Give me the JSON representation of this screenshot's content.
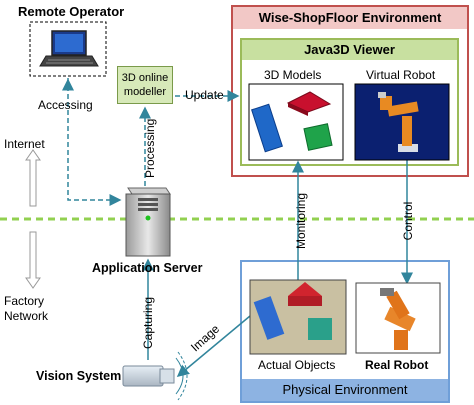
{
  "title_remote_operator": "Remote Operator",
  "label_accessing": "Accessing",
  "label_internet": "Internet",
  "label_factory_network": "Factory\nNetwork",
  "modeller": "3D online\nmodeller",
  "label_update": "Update",
  "label_processing": "Processing",
  "label_application_server": "Application Server",
  "label_capturing": "Capturing",
  "label_vision_system": "Vision System",
  "label_image": "Image",
  "label_monitoring": "Monitoring",
  "label_control": "Control",
  "wise_shopfloor_title": "Wise-ShopFloor Environment",
  "java3d_title": "Java3D Viewer",
  "models_title": "3D Models",
  "virtual_robot_title": "Virtual Robot",
  "actual_objects": "Actual Objects",
  "real_robot": "Real Robot",
  "physical_env_title": "Physical Environment",
  "colors": {
    "red_border": "#c0504d",
    "green_border": "#9bbb59",
    "blue_border": "#6f9fd8",
    "arrow_teal": "#31859c",
    "dashed_green": "#92d050"
  }
}
